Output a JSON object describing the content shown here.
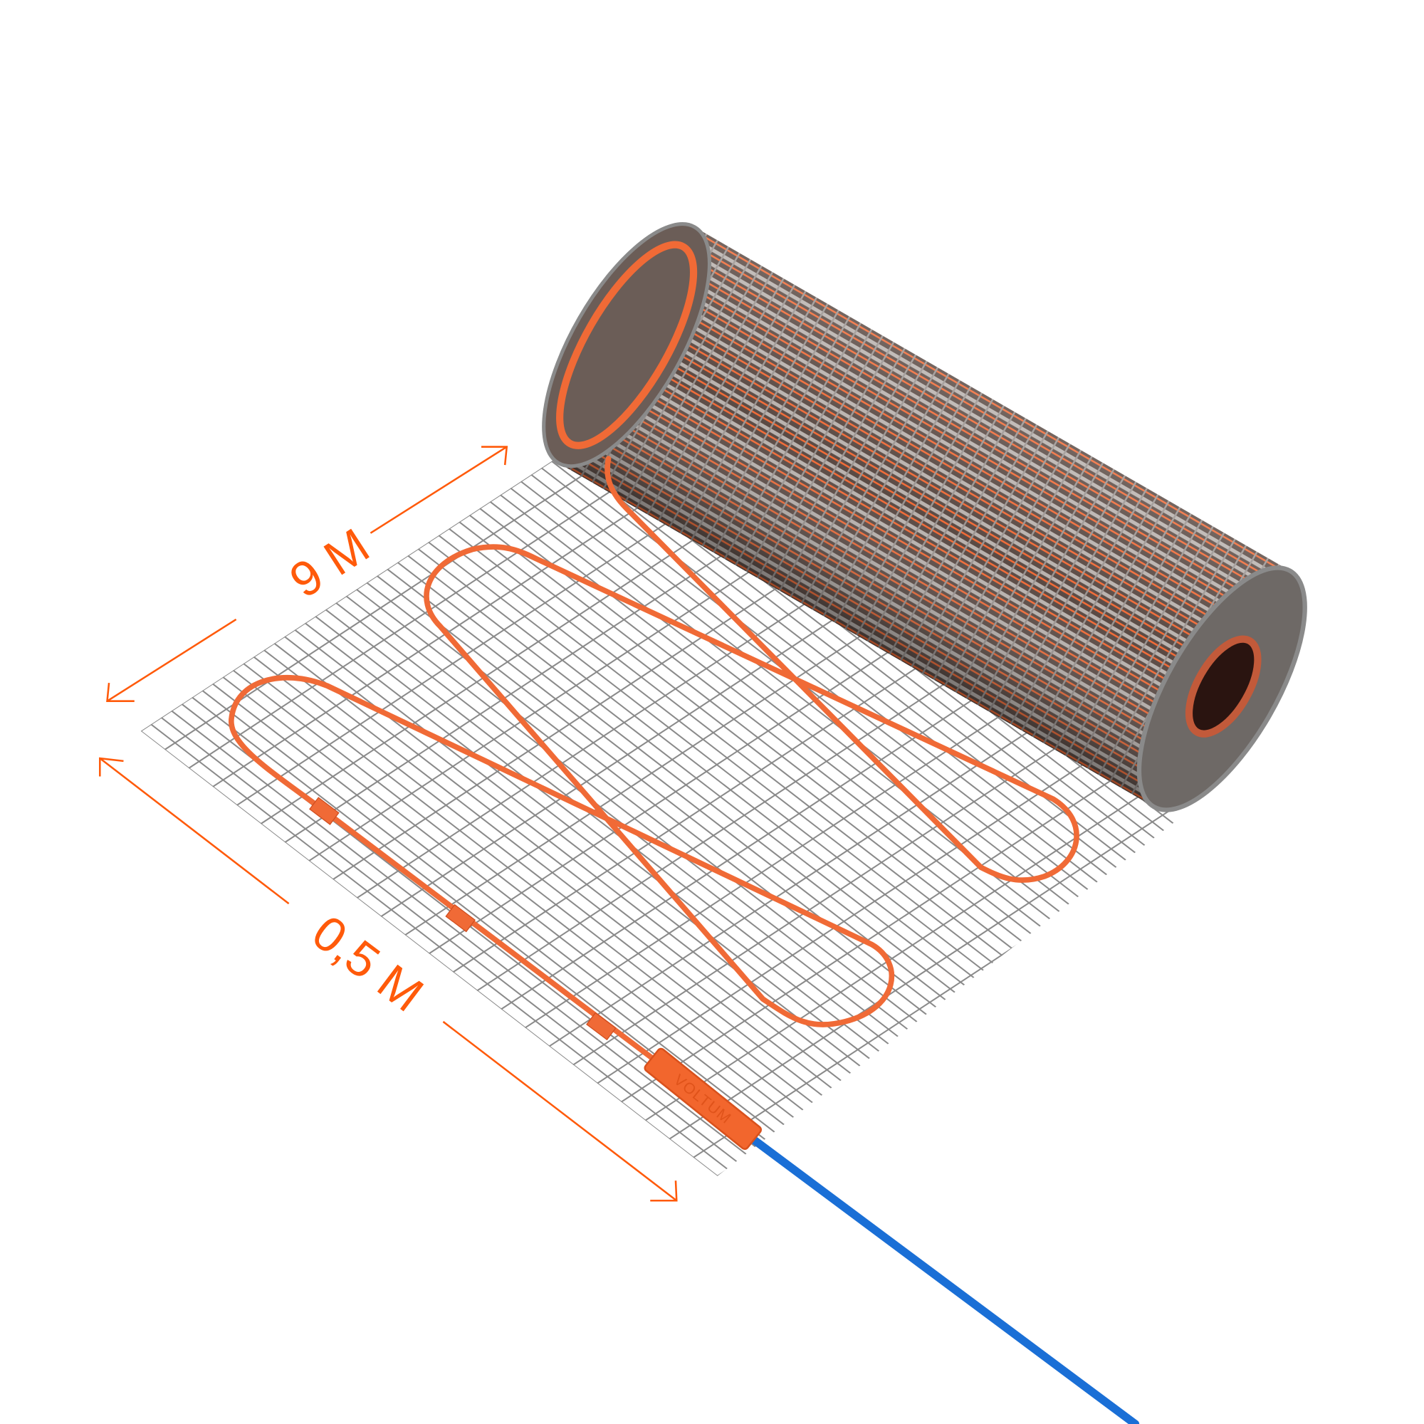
{
  "product": {
    "brand": "VOLTUM"
  },
  "dimensions": {
    "length_label": "9 М",
    "width_label": "0,5 М"
  },
  "colors": {
    "accent": "#ff5a0a",
    "cable": "#f06a36",
    "mesh": "#8a8a8a",
    "power_cable": "#1a6fd6",
    "background": "#ffffff"
  }
}
